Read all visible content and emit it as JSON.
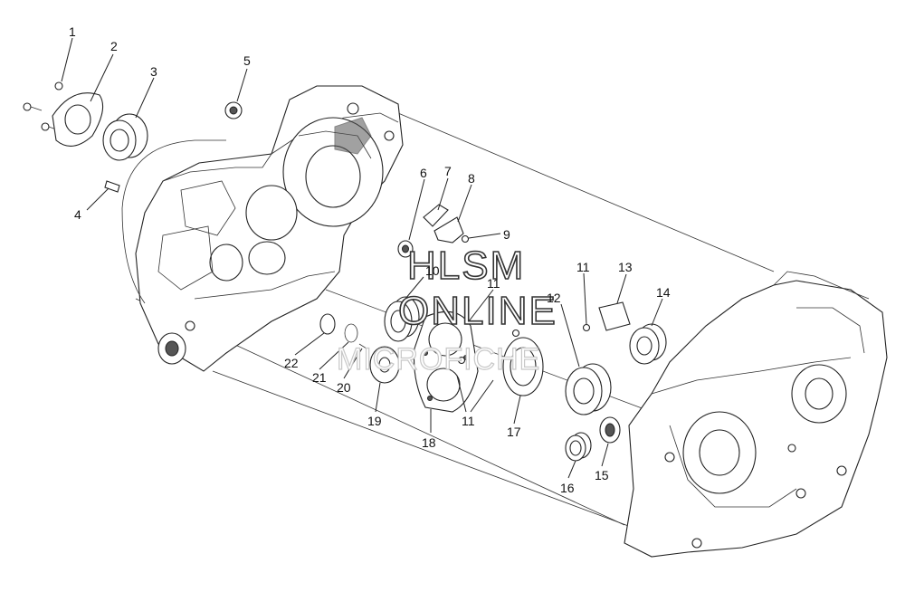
{
  "watermark": {
    "line1": "HLSM",
    "line2": "ONLINE",
    "line3": "MICROFICHE"
  },
  "callouts": [
    "1",
    "2",
    "3",
    "4",
    "5",
    "6",
    "7",
    "8",
    "9",
    "10",
    "11",
    "11",
    "11",
    "12",
    "13",
    "14",
    "15",
    "16",
    "17",
    "18",
    "19",
    "20",
    "21",
    "22"
  ]
}
